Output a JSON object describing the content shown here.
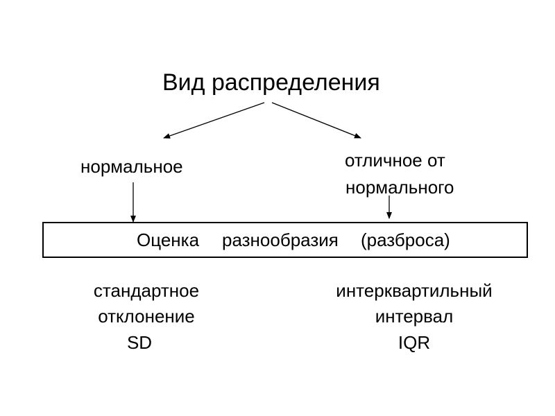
{
  "diagram": {
    "title": "Вид распределения",
    "left_branch": "нормальное",
    "right_branch": {
      "line1": "отличное от",
      "line2": "нормального"
    },
    "box": {
      "word1": "Оценка",
      "word2": "разнообразия",
      "word3": "(разброса)"
    },
    "left_result": {
      "line1": "стандартное",
      "line2": "отклонение",
      "line3": "SD"
    },
    "right_result": {
      "line1": "интерквартильный",
      "line2": "интервал",
      "line3": "IQR"
    }
  }
}
